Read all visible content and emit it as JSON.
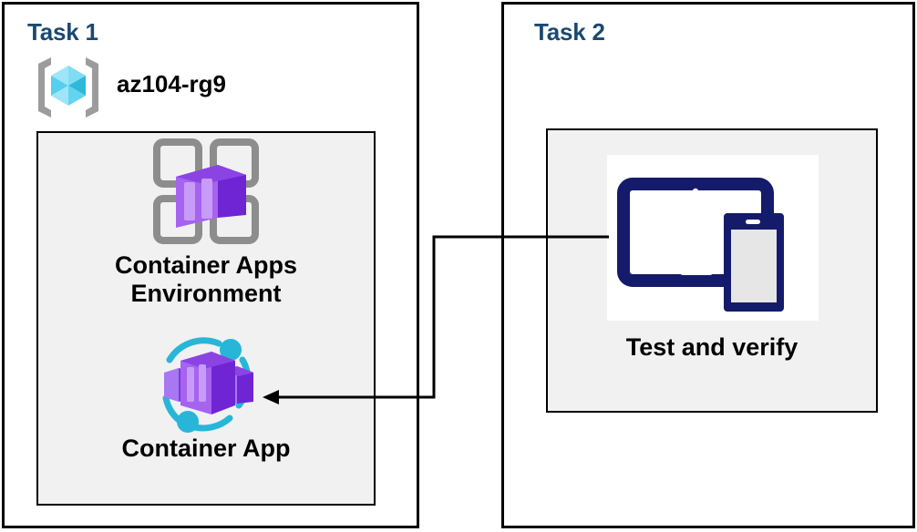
{
  "diagram": {
    "title_color": "#1a4971",
    "panel_bg": "#f1f1f1",
    "arrow_color": "#000000"
  },
  "task1": {
    "title": "Task 1",
    "resource_group": {
      "icon": "resource-group-icon",
      "label": "az104-rg9"
    },
    "nodes": [
      {
        "icon": "container-apps-environment-icon",
        "label_line1": "Container Apps",
        "label_line2": "Environment"
      },
      {
        "icon": "container-app-icon",
        "label": "Container App"
      }
    ]
  },
  "task2": {
    "title": "Task 2",
    "node": {
      "icon": "devices-tablet-phone-icon",
      "label": "Test and verify"
    }
  },
  "connector": {
    "name": "test-to-container-app-arrow",
    "from": "Test and verify",
    "to": "Container App",
    "direction": "left"
  }
}
